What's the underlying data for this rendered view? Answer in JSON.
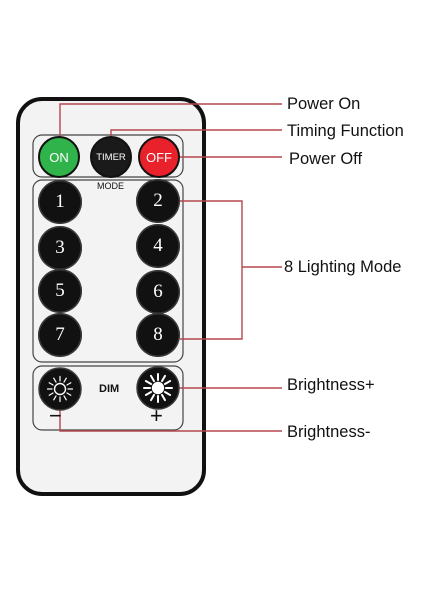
{
  "remote": {
    "on_label": "ON",
    "timer_label": "TIMER",
    "off_label": "OFF",
    "mode_label": "MODE",
    "dim_label": "DIM",
    "minus_label": "−",
    "plus_label": "+",
    "numbers": [
      "1",
      "2",
      "3",
      "4",
      "5",
      "6",
      "7",
      "8"
    ]
  },
  "callouts": {
    "power_on": "Power On",
    "timing_function": "Timing Function",
    "power_off": "Power Off",
    "lighting_mode": "8 Lighting Mode",
    "brightness_plus": "Brightness+",
    "brightness_minus": "Brightness-"
  },
  "colors": {
    "on_button": "#2fb34a",
    "off_button": "#e8212b",
    "timer_button": "#1a1a1a",
    "leader_line": "#b5474e",
    "body": "#f3f3f3",
    "outline": "#111111"
  }
}
